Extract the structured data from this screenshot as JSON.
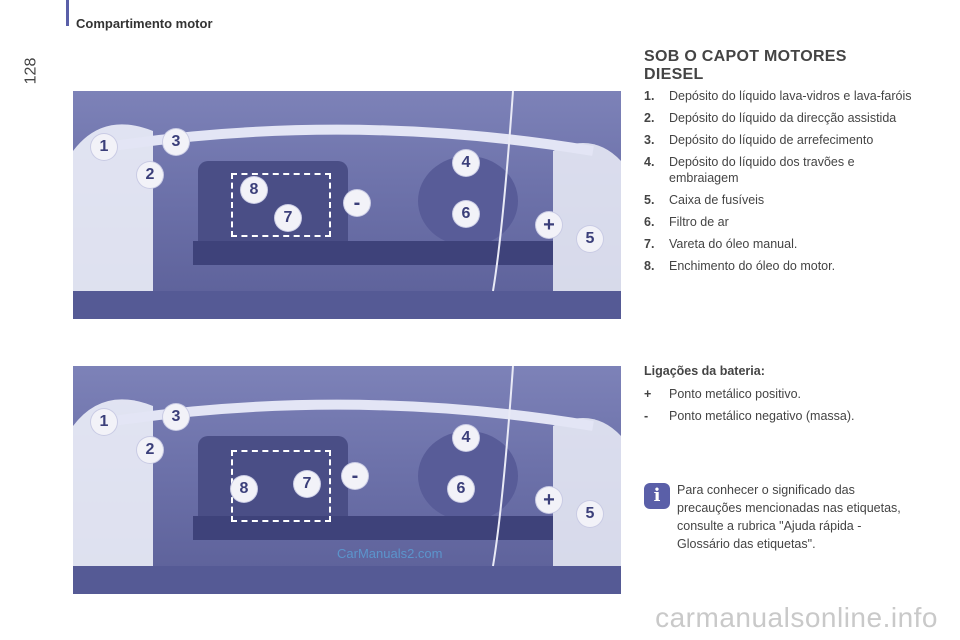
{
  "header": {
    "section_title": "Compartimento motor",
    "page_number": "128"
  },
  "heading": "SOB O CAPOT MOTORES DIESEL",
  "items": [
    {
      "num": "1.",
      "text": "Depósito do líquido lava-vidros e lava-faróis"
    },
    {
      "num": "2.",
      "text": "Depósito do líquido da direcção assistida"
    },
    {
      "num": "3.",
      "text": "Depósito do líquido de arrefecimento"
    },
    {
      "num": "4.",
      "text": "Depósito do líquido dos travões e embraiagem"
    },
    {
      "num": "5.",
      "text": "Caixa de fusíveis"
    },
    {
      "num": "6.",
      "text": "Filtro de ar"
    },
    {
      "num": "7.",
      "text": "Vareta do óleo manual."
    },
    {
      "num": "8.",
      "text": "Enchimento do óleo do motor."
    }
  ],
  "battery": {
    "heading": "Ligações da bateria:",
    "items": [
      {
        "sym": "+",
        "text": "Ponto metálico positivo."
      },
      {
        "sym": "-",
        "text": "Ponto metálico negativo (massa)."
      }
    ]
  },
  "info": {
    "icon": "info-icon",
    "text": "Para conhecer o significado das precauções mencionadas nas etiquetas, consulte a rubrica \"Ajuda rápida - Glossário das etiquetas\"."
  },
  "photo1": {
    "callouts": [
      "1",
      "2",
      "3",
      "4",
      "5",
      "6",
      "7",
      "8",
      "+",
      "-"
    ]
  },
  "photo2": {
    "callouts": [
      "1",
      "2",
      "3",
      "4",
      "5",
      "6",
      "7",
      "8",
      "+",
      "-"
    ]
  },
  "watermark": "CarManuals2.com",
  "footer_watermark": "carmanualsonline.info",
  "colors": {
    "accent": "#5a5fa8",
    "photo_tint": "#6e73ab"
  }
}
